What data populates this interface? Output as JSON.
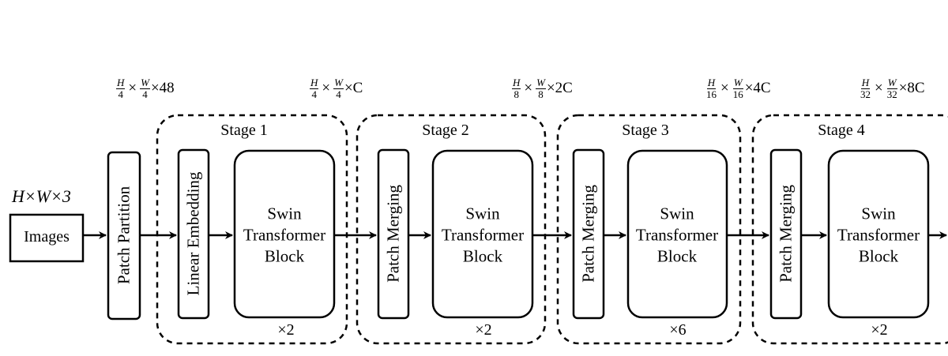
{
  "input": {
    "dim_label": "H×W×3",
    "box_label": "Images"
  },
  "patch_partition": {
    "label": "Patch Partition",
    "output_dim": {
      "h_num": "H",
      "h_den": "4",
      "w_num": "W",
      "w_den": "4",
      "tail": "×48"
    }
  },
  "stages": [
    {
      "title": "Stage 1",
      "first_block": "Linear Embedding",
      "swin_lines": [
        "Swin",
        "Transformer",
        "Block"
      ],
      "repeat": "×2",
      "output_dim": {
        "h_num": "H",
        "h_den": "4",
        "w_num": "W",
        "w_den": "4",
        "tail": "×C"
      }
    },
    {
      "title": "Stage 2",
      "first_block": "Patch Merging",
      "swin_lines": [
        "Swin",
        "Transformer",
        "Block"
      ],
      "repeat": "×2",
      "output_dim": {
        "h_num": "H",
        "h_den": "8",
        "w_num": "W",
        "w_den": "8",
        "tail": "×2C"
      }
    },
    {
      "title": "Stage 3",
      "first_block": "Patch Merging",
      "swin_lines": [
        "Swin",
        "Transformer",
        "Block"
      ],
      "repeat": "×6",
      "output_dim": {
        "h_num": "H",
        "h_den": "16",
        "w_num": "W",
        "w_den": "16",
        "tail": "×4C"
      }
    },
    {
      "title": "Stage 4",
      "first_block": "Patch Merging",
      "swin_lines": [
        "Swin",
        "Transformer",
        "Block"
      ],
      "repeat": "×2",
      "output_dim": {
        "h_num": "H",
        "h_den": "32",
        "w_num": "W",
        "w_den": "32",
        "tail": "×8C"
      }
    }
  ]
}
